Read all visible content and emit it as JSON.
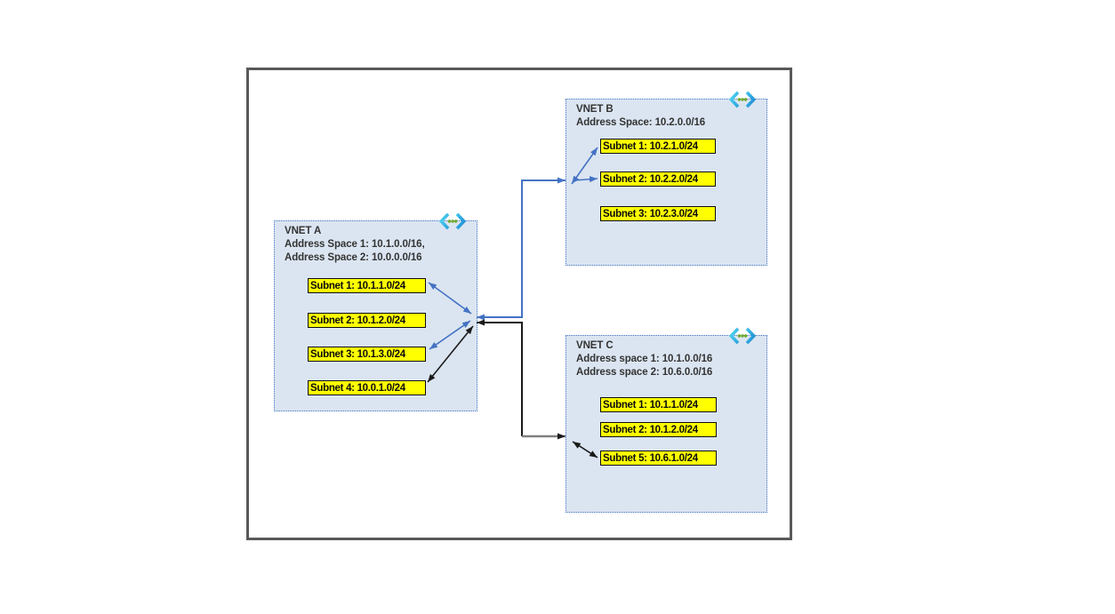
{
  "diagram": {
    "vnets": [
      {
        "name": "VNET A",
        "address_lines": [
          "Address Space 1: 10.1.0.0/16,",
          "Address Space 2: 10.0.0.0/16"
        ],
        "subnets": [
          "Subnet 1: 10.1.1.0/24",
          "Subnet 2: 10.1.2.0/24",
          "Subnet 3: 10.1.3.0/24",
          "Subnet 4: 10.0.1.0/24"
        ]
      },
      {
        "name": "VNET B",
        "address_lines": [
          "Address Space: 10.2.0.0/16"
        ],
        "subnets": [
          "Subnet 1: 10.2.1.0/24",
          "Subnet 2: 10.2.2.0/24",
          "Subnet 3: 10.2.3.0/24"
        ]
      },
      {
        "name": "VNET C",
        "address_lines": [
          "Address space 1: 10.1.0.0/16",
          "Address space 2: 10.6.0.0/16"
        ],
        "subnets": [
          "Subnet 1: 10.1.1.0/24",
          "Subnet 2: 10.1.2.0/24",
          "Subnet 5: 10.6.1.0/24"
        ]
      }
    ],
    "icons": [
      "vnet-icon",
      "vnet-icon",
      "vnet-icon"
    ],
    "colors": {
      "peering_blue": "#4472C4",
      "peering_black": "#1A1A1A",
      "peering_gray": "#808080",
      "panel_fill": "#DBE5F1",
      "panel_border": "#4472C4",
      "subnet_fill": "#FFFF00",
      "subnet_border": "#0C0C0C",
      "frame_border": "#595959",
      "icon_cyan": "#54D7F2",
      "icon_blue": "#1E88D2",
      "icon_green": "#6FA82C"
    }
  }
}
